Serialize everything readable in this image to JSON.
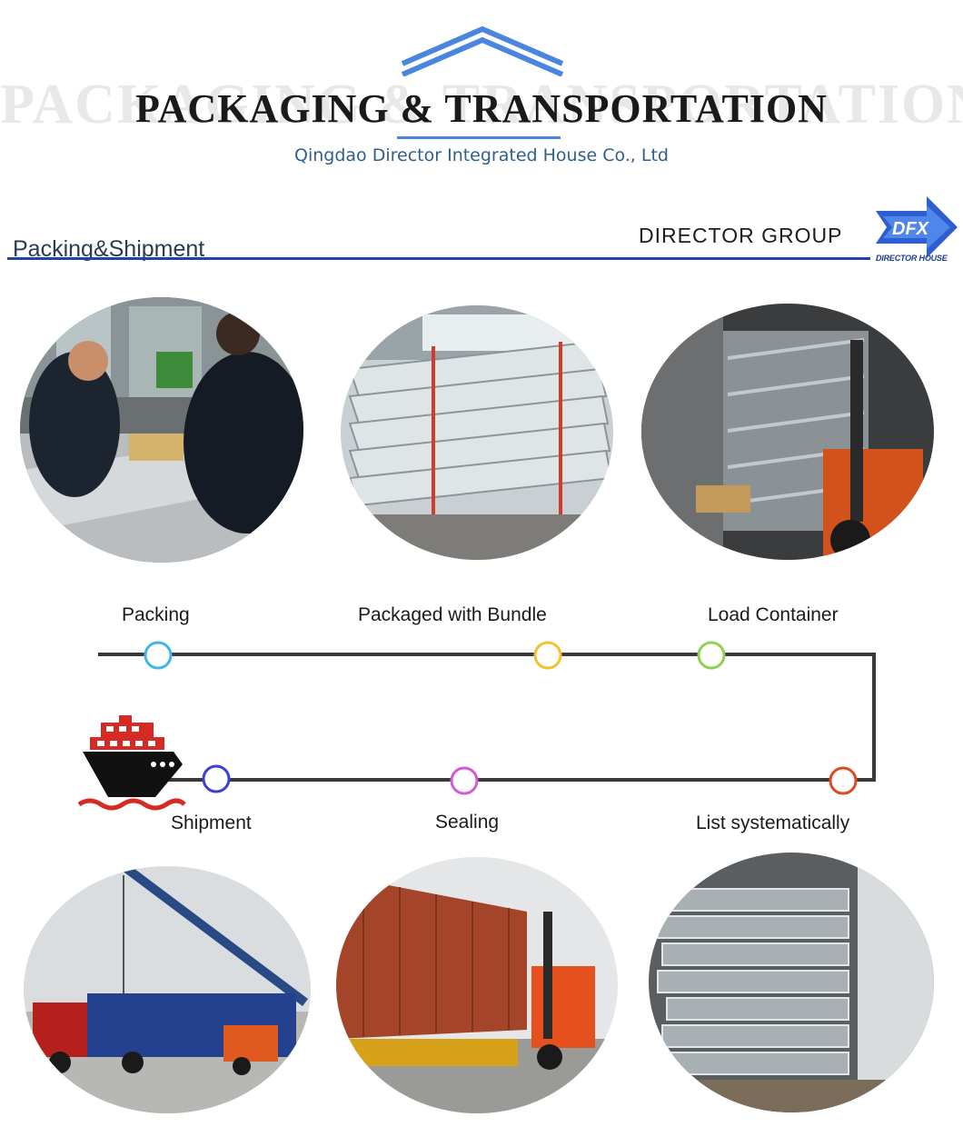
{
  "header": {
    "ghost_title": "PACKAGING & TRANSPORTATION",
    "title": "PACKAGING & TRANSPORTATION",
    "subtitle": "Qingdao Director Integrated House Co., Ltd",
    "accent_color": "#4a86e0"
  },
  "banner": {
    "section_title": "Packing&Shipment",
    "group_name": "DIRECTOR GROUP",
    "logo_text": "DFX",
    "logo_caption": "DIRECTOR HOUSE",
    "line_color": "#2244aa"
  },
  "flow": {
    "top_labels": [
      "Packing",
      "Packaged with Bundle",
      "Load Container"
    ],
    "bottom_labels": [
      "Shipment",
      "Sealing",
      "List systematically"
    ],
    "node_colors": {
      "packing": "#3fb6e8",
      "bundle": "#f2c12e",
      "load": "#8fd14f",
      "list": "#e04a1e",
      "sealing": "#d45ad6",
      "shipment": "#3b3fd6"
    },
    "ship_icon": "cargo-ship-icon"
  },
  "photos": {
    "top": [
      "workers-packing-photo",
      "steel-bundle-photo",
      "forklift-loading-photo"
    ],
    "bottom": [
      "crane-truck-photo",
      "container-sealing-photo",
      "container-stacked-photo"
    ]
  }
}
